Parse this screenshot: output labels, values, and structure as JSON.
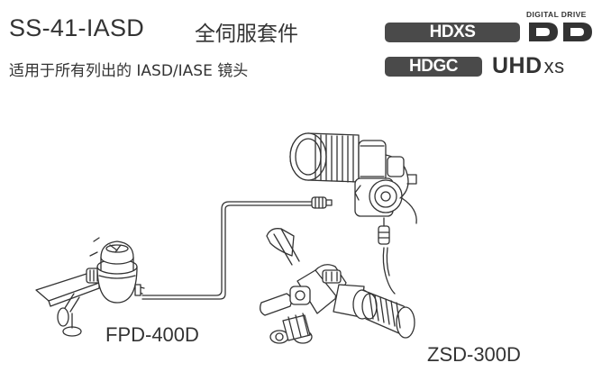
{
  "header": {
    "model": "SS-41-IASD",
    "kit_name": "全伺服套件",
    "compatibility": "适用于所有列出的 IASD/IASE 镜头"
  },
  "logos": {
    "hdxs": "HDXS",
    "hdgc": "HDGC",
    "digital_drive_caption": "DIGITAL DRIVE",
    "digital_drive_mark": "DD",
    "uhd_main": "UHD",
    "uhd_suffix": "xs"
  },
  "products": {
    "focus_demand": "FPD-400D",
    "zoom_demand": "ZSD-300D"
  },
  "colors": {
    "line": "#333333",
    "badge": "#4a4a4a",
    "fill": "#ffffff",
    "text": "#333333"
  }
}
